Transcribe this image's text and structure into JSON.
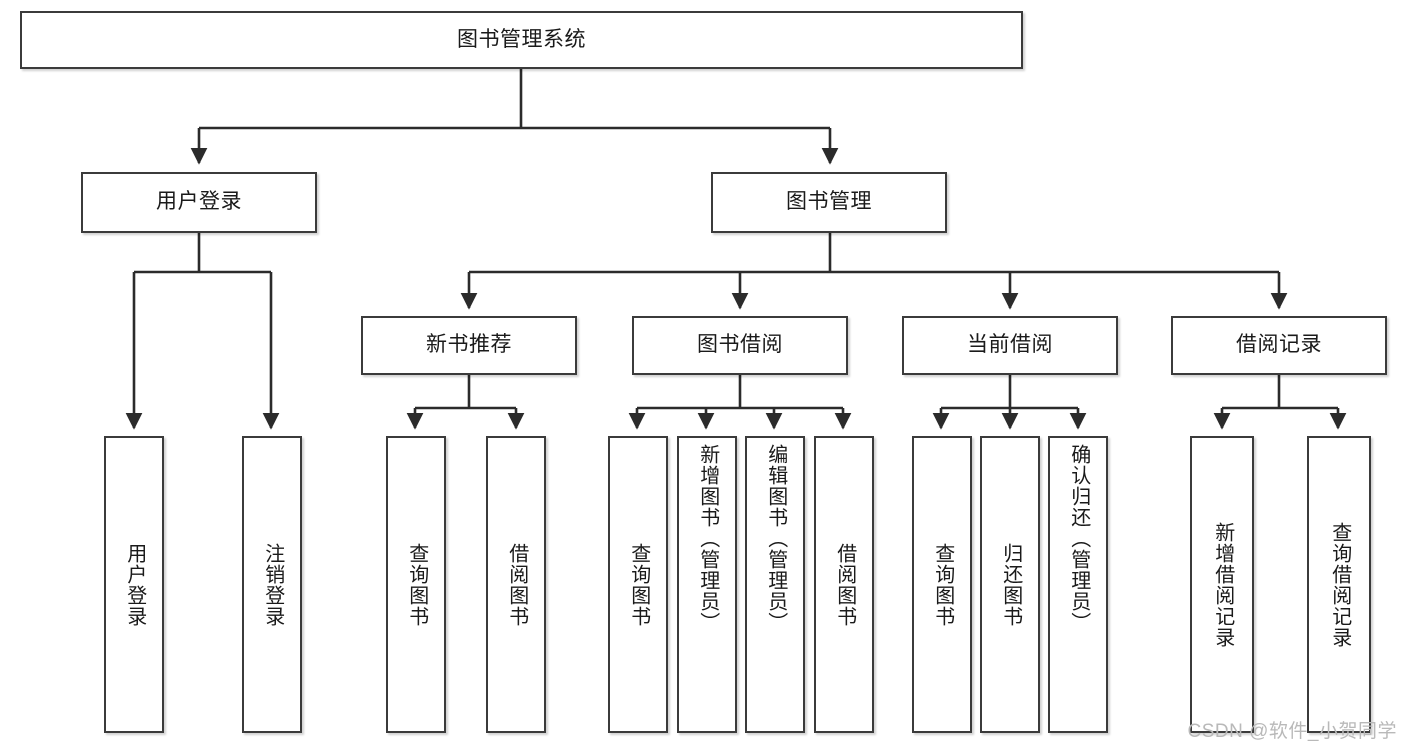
{
  "diagram": {
    "type": "tree-hierarchy-flowchart",
    "title": "图书管理系统",
    "root": {
      "id": "root",
      "label": "图书管理系统"
    },
    "level2": [
      {
        "id": "user-login",
        "label": "用户登录"
      },
      {
        "id": "book-manage",
        "label": "图书管理"
      }
    ],
    "level3": [
      {
        "id": "new-book-recommend",
        "label": "新书推荐",
        "parent": "book-manage"
      },
      {
        "id": "book-borrow",
        "label": "图书借阅",
        "parent": "book-manage"
      },
      {
        "id": "current-borrow",
        "label": "当前借阅",
        "parent": "book-manage"
      },
      {
        "id": "borrow-record",
        "label": "借阅记录",
        "parent": "book-manage"
      }
    ],
    "leaves": [
      {
        "id": "leaf-user-login",
        "label": "用户登录",
        "parent": "user-login"
      },
      {
        "id": "leaf-logout-login",
        "label": "注销登录",
        "parent": "user-login"
      },
      {
        "id": "leaf-query-book-1",
        "label": "查询图书",
        "parent": "new-book-recommend"
      },
      {
        "id": "leaf-borrow-book-1",
        "label": "借阅图书",
        "parent": "new-book-recommend"
      },
      {
        "id": "leaf-query-book-2",
        "label": "查询图书",
        "parent": "book-borrow"
      },
      {
        "id": "leaf-add-book",
        "label": "新增图书（管理员）",
        "parent": "book-borrow"
      },
      {
        "id": "leaf-edit-book",
        "label": "编辑图书（管理员）",
        "parent": "book-borrow"
      },
      {
        "id": "leaf-borrow-book-2",
        "label": "借阅图书",
        "parent": "book-borrow"
      },
      {
        "id": "leaf-query-book-3",
        "label": "查询图书",
        "parent": "current-borrow"
      },
      {
        "id": "leaf-return-book",
        "label": "归还图书",
        "parent": "current-borrow"
      },
      {
        "id": "leaf-confirm-return",
        "label": "确认归还（管理员）",
        "parent": "current-borrow"
      },
      {
        "id": "leaf-add-record",
        "label": "新增借阅记录",
        "parent": "borrow-record"
      },
      {
        "id": "leaf-query-record",
        "label": "查询借阅记录",
        "parent": "borrow-record"
      }
    ],
    "watermark": "CSDN @软件_小贺同学",
    "colors": {
      "box_border": "#3b3b3b",
      "box_fill": "#ffffff",
      "connector": "#2b2b2b",
      "text": "#1a1a1a",
      "watermark": "#b9b9b9",
      "background": "#ffffff"
    }
  }
}
